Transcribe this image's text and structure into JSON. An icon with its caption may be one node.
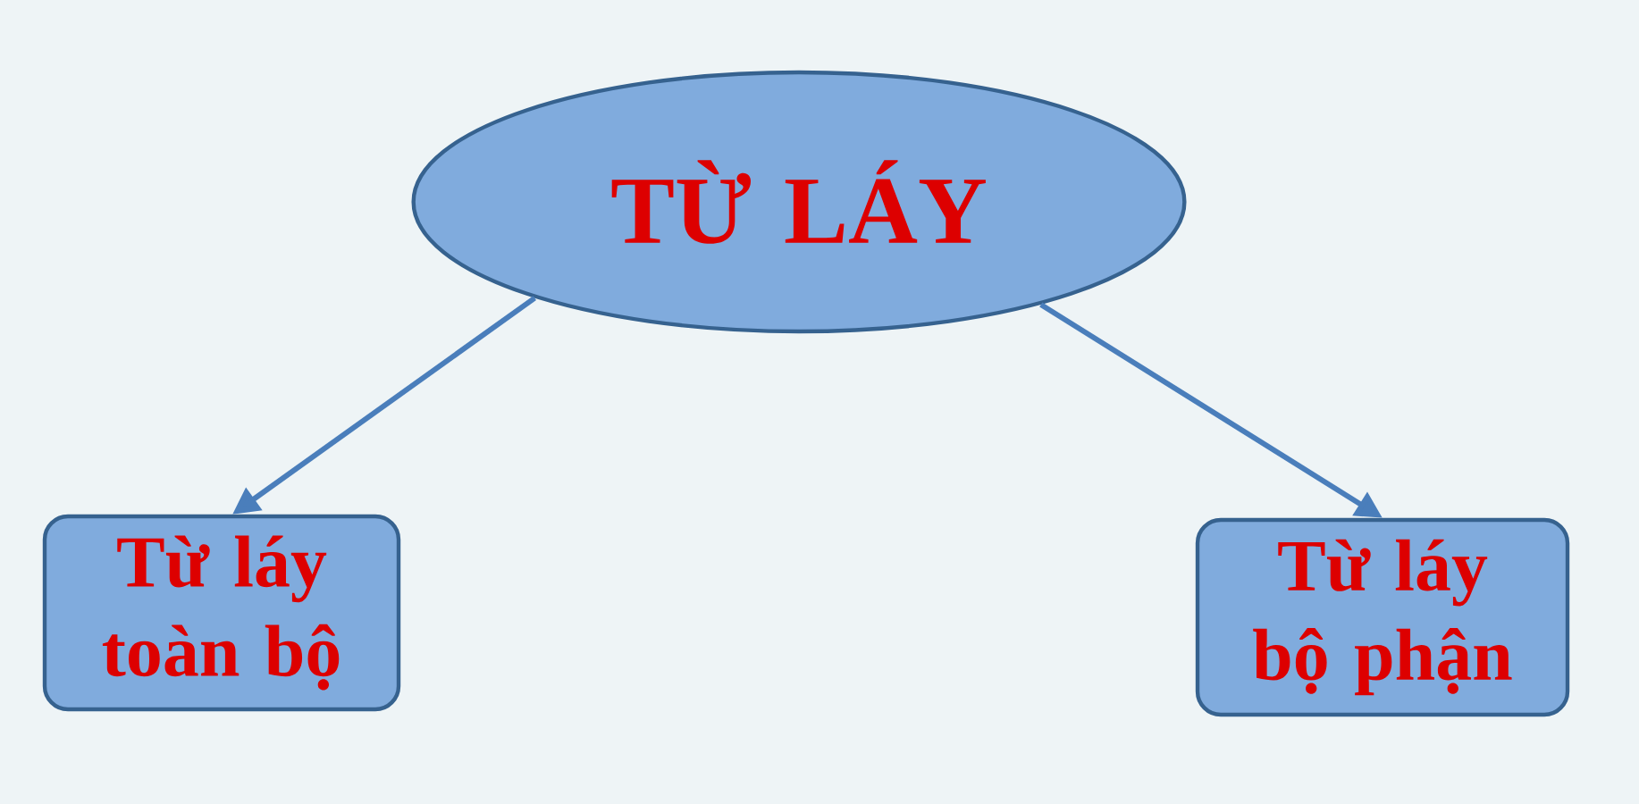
{
  "diagram": {
    "nodes": [
      {
        "text": [
          "TỪ LÁY"
        ]
      },
      {
        "text": [
          "Từ láy toàn bộ"
        ]
      },
      {
        "text": [
          "Từ láy bộ phận"
        ]
      }
    ],
    "edges": [
      {
        "from": 0,
        "to": 1,
        "arrow": "to"
      },
      {
        "from": 0,
        "to": 2,
        "arrow": "to"
      }
    ]
  }
}
